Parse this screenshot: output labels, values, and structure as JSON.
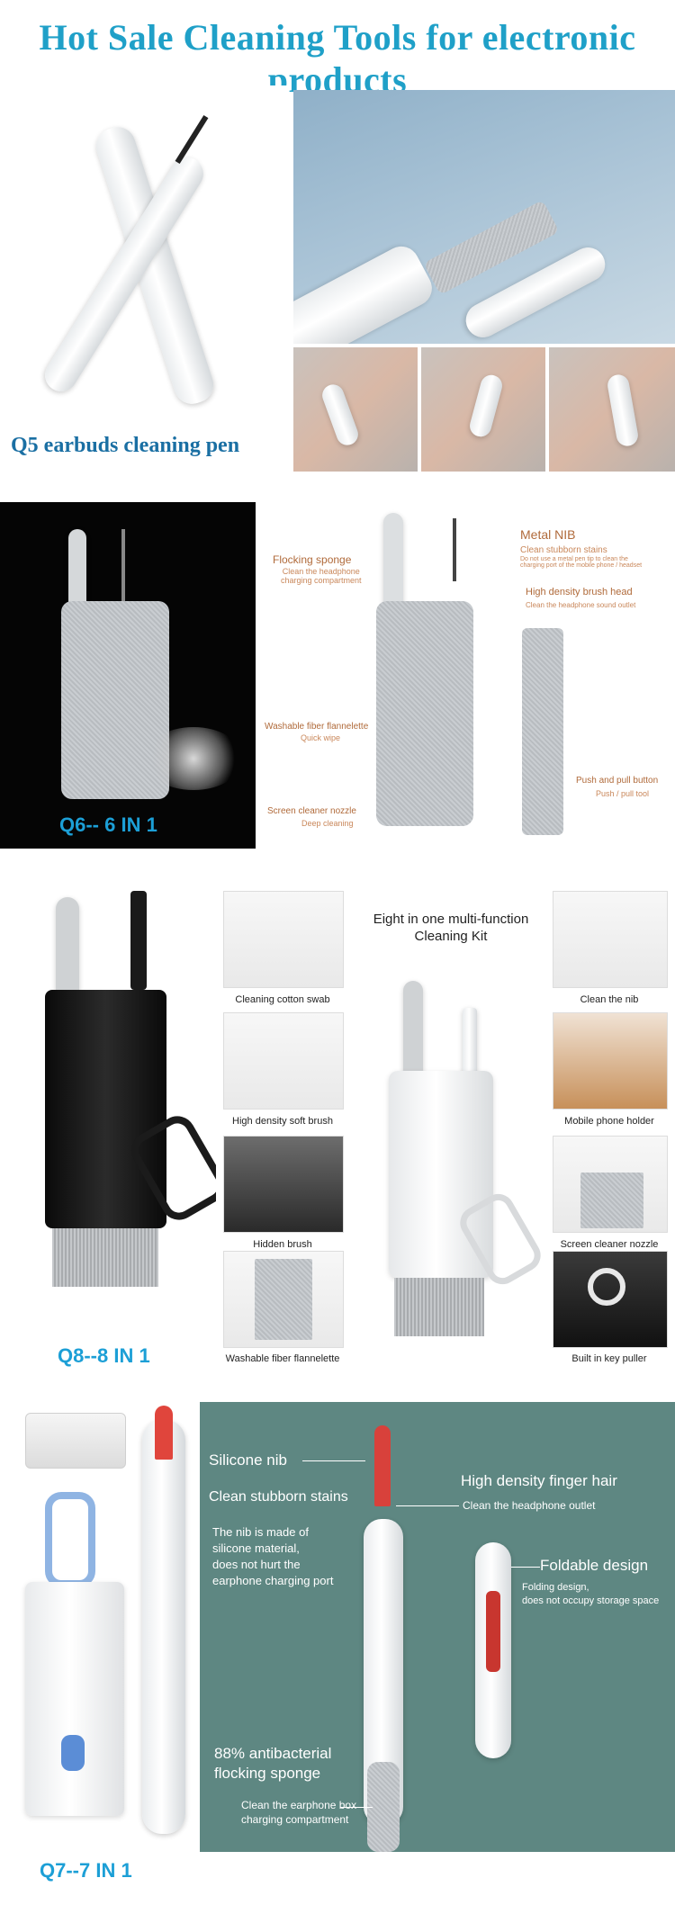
{
  "header": {
    "title": "Hot Sale Cleaning Tools for electronic products"
  },
  "q5": {
    "caption": "Q5 earbuds cleaning pen"
  },
  "q6": {
    "caption": "Q6-- 6 IN 1",
    "labels": {
      "flocking_title": "Flocking sponge",
      "flocking_sub": "Clean the headphone\ncharging compartment",
      "metal_title": "Metal NIB",
      "metal_sub": "Clean stubborn stains",
      "metal_note": "Do not use a metal pen tip to clean the\ncharging port of the mobile phone / headset",
      "brush_title": "High density brush head",
      "brush_sub": "Clean the headphone sound outlet",
      "fiber_title": "Washable fiber flannelette",
      "fiber_sub": "Quick wipe",
      "push_title": "Push and pull button",
      "push_sub": "Push / pull tool",
      "nozzle_title": "Screen cleaner nozzle",
      "nozzle_sub": "Deep cleaning"
    }
  },
  "q8": {
    "caption": "Q8--8 IN 1",
    "heading": "Eight in one multi-function\nCleaning Kit",
    "left_items": [
      "Cleaning cotton swab",
      "High density soft brush",
      "Hidden brush",
      "Washable fiber flannelette"
    ],
    "right_items": [
      "Clean the nib",
      "Mobile phone holder",
      "Screen cleaner nozzle",
      "Built in key puller"
    ]
  },
  "q7": {
    "caption": "Q7--7 IN 1",
    "labels": {
      "silicone": "Silicone nib",
      "stubborn": "Clean stubborn stains",
      "nib_desc": "The nib is made of\nsilicone material,\ndoes not hurt the\nearphone charging port",
      "finger": "High density finger hair",
      "finger_sub": "Clean the headphone outlet",
      "foldable": "Foldable design",
      "foldable_sub": "Folding design,\ndoes not occupy storage space",
      "antibac": "88% antibacterial\nflocking sponge",
      "antibac_sub": "Clean the earphone box\ncharging compartment"
    }
  }
}
